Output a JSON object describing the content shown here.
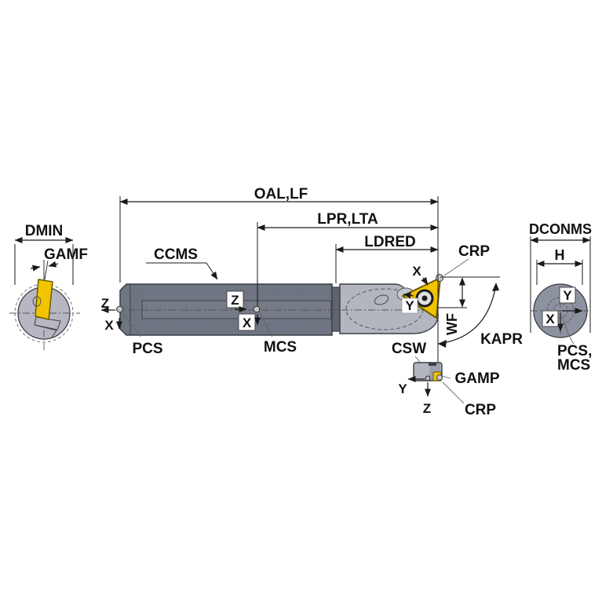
{
  "drawing": {
    "dimension_labels": {
      "oal": "OAL,LF",
      "lpr": "LPR,LTA",
      "ldred": "LDRED",
      "dmin": "DMIN",
      "gamf": "GAMF",
      "dconms": "DCONMS",
      "h": "H",
      "wf": "WF",
      "kapr": "KAPR",
      "gamp": "GAMP",
      "csw": "CSW"
    },
    "reference_labels": {
      "ccms": "CCMS",
      "pcs": "PCS",
      "mcs": "MCS",
      "crp": "CRP",
      "pcs_comma": "PCS,"
    },
    "axes": {
      "x": "X",
      "y": "Y",
      "z": "Z"
    },
    "colors": {
      "insert": "#f2c400",
      "shank": "#6f7582",
      "head": "#b3b6bf",
      "section_left": "#b6b7c3",
      "section_right": "#8d92a0",
      "outline": "#1a1a1a",
      "background": "#ffffff"
    }
  }
}
